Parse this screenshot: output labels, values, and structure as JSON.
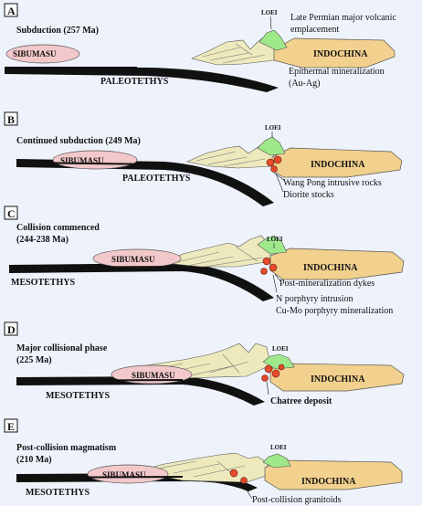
{
  "colors": {
    "background": "#eef3fb",
    "sibumasu": "#f3c8cb",
    "indochina": "#f2d08e",
    "sediment": "#eee9bd",
    "volcanic": "#9fe98b",
    "slab": "#111111",
    "intrusion": "#e64a2b"
  },
  "panels": [
    {
      "letter": "A",
      "title_lines": [
        "Subduction (257 Ma)"
      ],
      "sibumasu_label": "SIBUMASU",
      "ocean_label": "PALEOTETHYS",
      "indochina_label": "INDOCHINA",
      "loei_label": "LOEI",
      "annotations": [
        "Late Permian major volcanic",
        "emplacement",
        "Epithermal mineralization",
        "(Au-Ag)"
      ]
    },
    {
      "letter": "B",
      "title_lines": [
        "Continued subduction (249 Ma)"
      ],
      "sibumasu_label": "SIBUMASU",
      "ocean_label": "PALEOTETHYS",
      "indochina_label": "INDOCHINA",
      "loei_label": "LOEI",
      "annotations": [
        "Wang Pong intrusive rocks",
        "Diorite stocks"
      ]
    },
    {
      "letter": "C",
      "title_lines": [
        "Collision commenced",
        "(244-238 Ma)"
      ],
      "sibumasu_label": "SIBUMASU",
      "ocean_label": "MESOTETHYS",
      "indochina_label": "INDOCHINA",
      "loei_label": "LOEI",
      "annotations": [
        "Post-mineralization dykes",
        "N porphyry intrusion",
        "Cu-Mo porphyry mineralization"
      ]
    },
    {
      "letter": "D",
      "title_lines": [
        "Major collisional phase",
        "(225 Ma)"
      ],
      "sibumasu_label": "SIBUMASU",
      "ocean_label": "MESOTETHYS",
      "indochina_label": "INDOCHINA",
      "loei_label": "LOEI",
      "annotations": [
        "Chatree deposit"
      ]
    },
    {
      "letter": "E",
      "title_lines": [
        "Post-collision magmatism",
        "(210 Ma)"
      ],
      "sibumasu_label": "SIBUMASU",
      "ocean_label": "MESOTETHYS",
      "indochina_label": "INDOCHINA",
      "loei_label": "LOEI",
      "annotations": [
        "Post-collision granitoids"
      ]
    }
  ]
}
